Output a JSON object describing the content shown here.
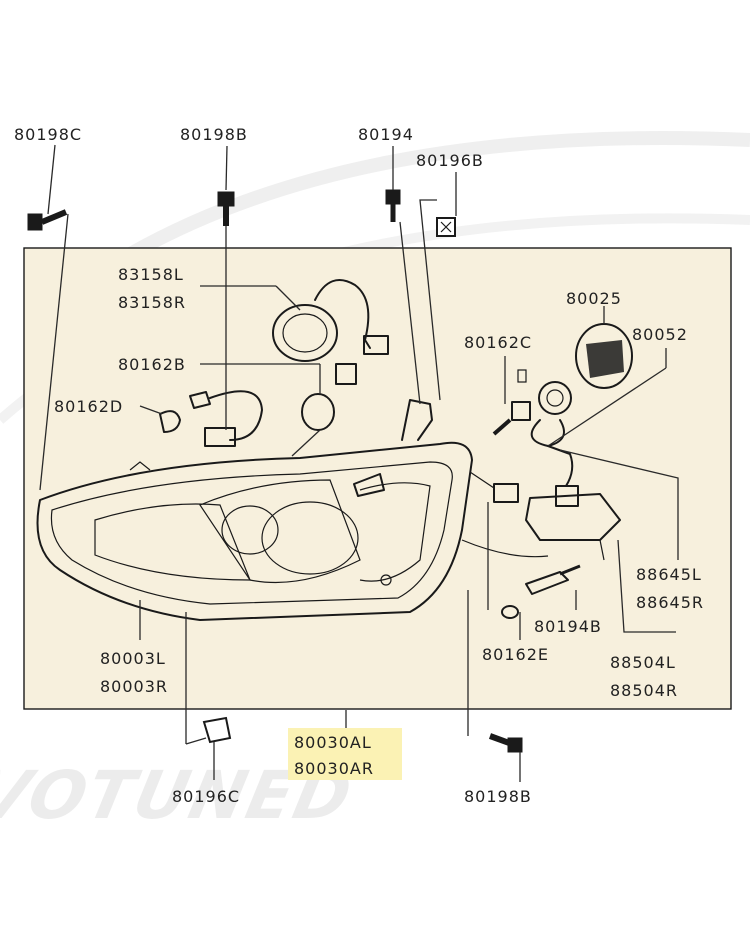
{
  "watermark": "EVOTUNED",
  "colors": {
    "panel": "#f7f0dd",
    "highlight": "#fbf2b4",
    "ink": "#1a1a1a"
  },
  "labels": {
    "bolt_top_left": "80198C",
    "bolt_top": "80198B",
    "screw_top": "80194",
    "clip_top": "80196B",
    "harness_l": "83158L",
    "harness_r": "83158R",
    "bulb_socket": "80162B",
    "bulb_small": "80162D",
    "hid_socket": "80162C",
    "cover_ring": "80025",
    "cover": "80052",
    "housing_l": "80003L",
    "housing_r": "80003R",
    "ballast_l": "88645L",
    "ballast_r": "88645R",
    "igniter_screw": "80194B",
    "clip_small": "80162E",
    "ecu_l": "88504L",
    "ecu_r": "88504R",
    "assembly_l": "80030AL",
    "assembly_r": "80030AR",
    "clip_bottom": "80196C",
    "bolt_bottom": "80198B"
  }
}
